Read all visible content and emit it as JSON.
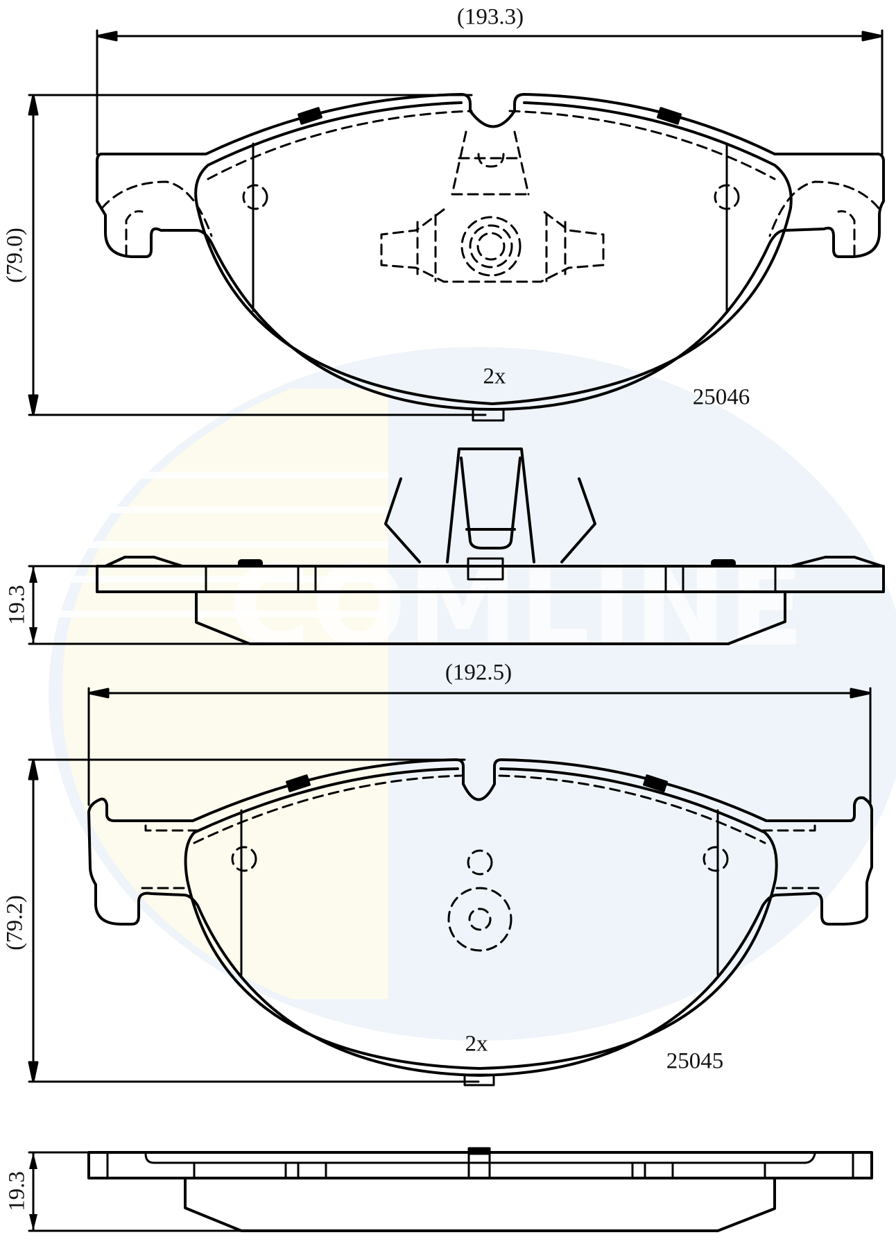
{
  "drawing": {
    "watermark": {
      "text": "COMLINE",
      "colors": {
        "yellow": "#fdfbee",
        "blue": "#eef4f9"
      }
    },
    "pad_top": {
      "part_number": "25046",
      "quantity": "2x",
      "width_dim": "(193.3)",
      "height_dim": "(79.0)",
      "thickness_dim": "19.3"
    },
    "pad_bottom": {
      "part_number": "25045",
      "quantity": "2x",
      "width_dim": "(192.5)",
      "height_dim": "(79.2)",
      "thickness_dim": "19.3"
    },
    "line_color": "#000000"
  }
}
